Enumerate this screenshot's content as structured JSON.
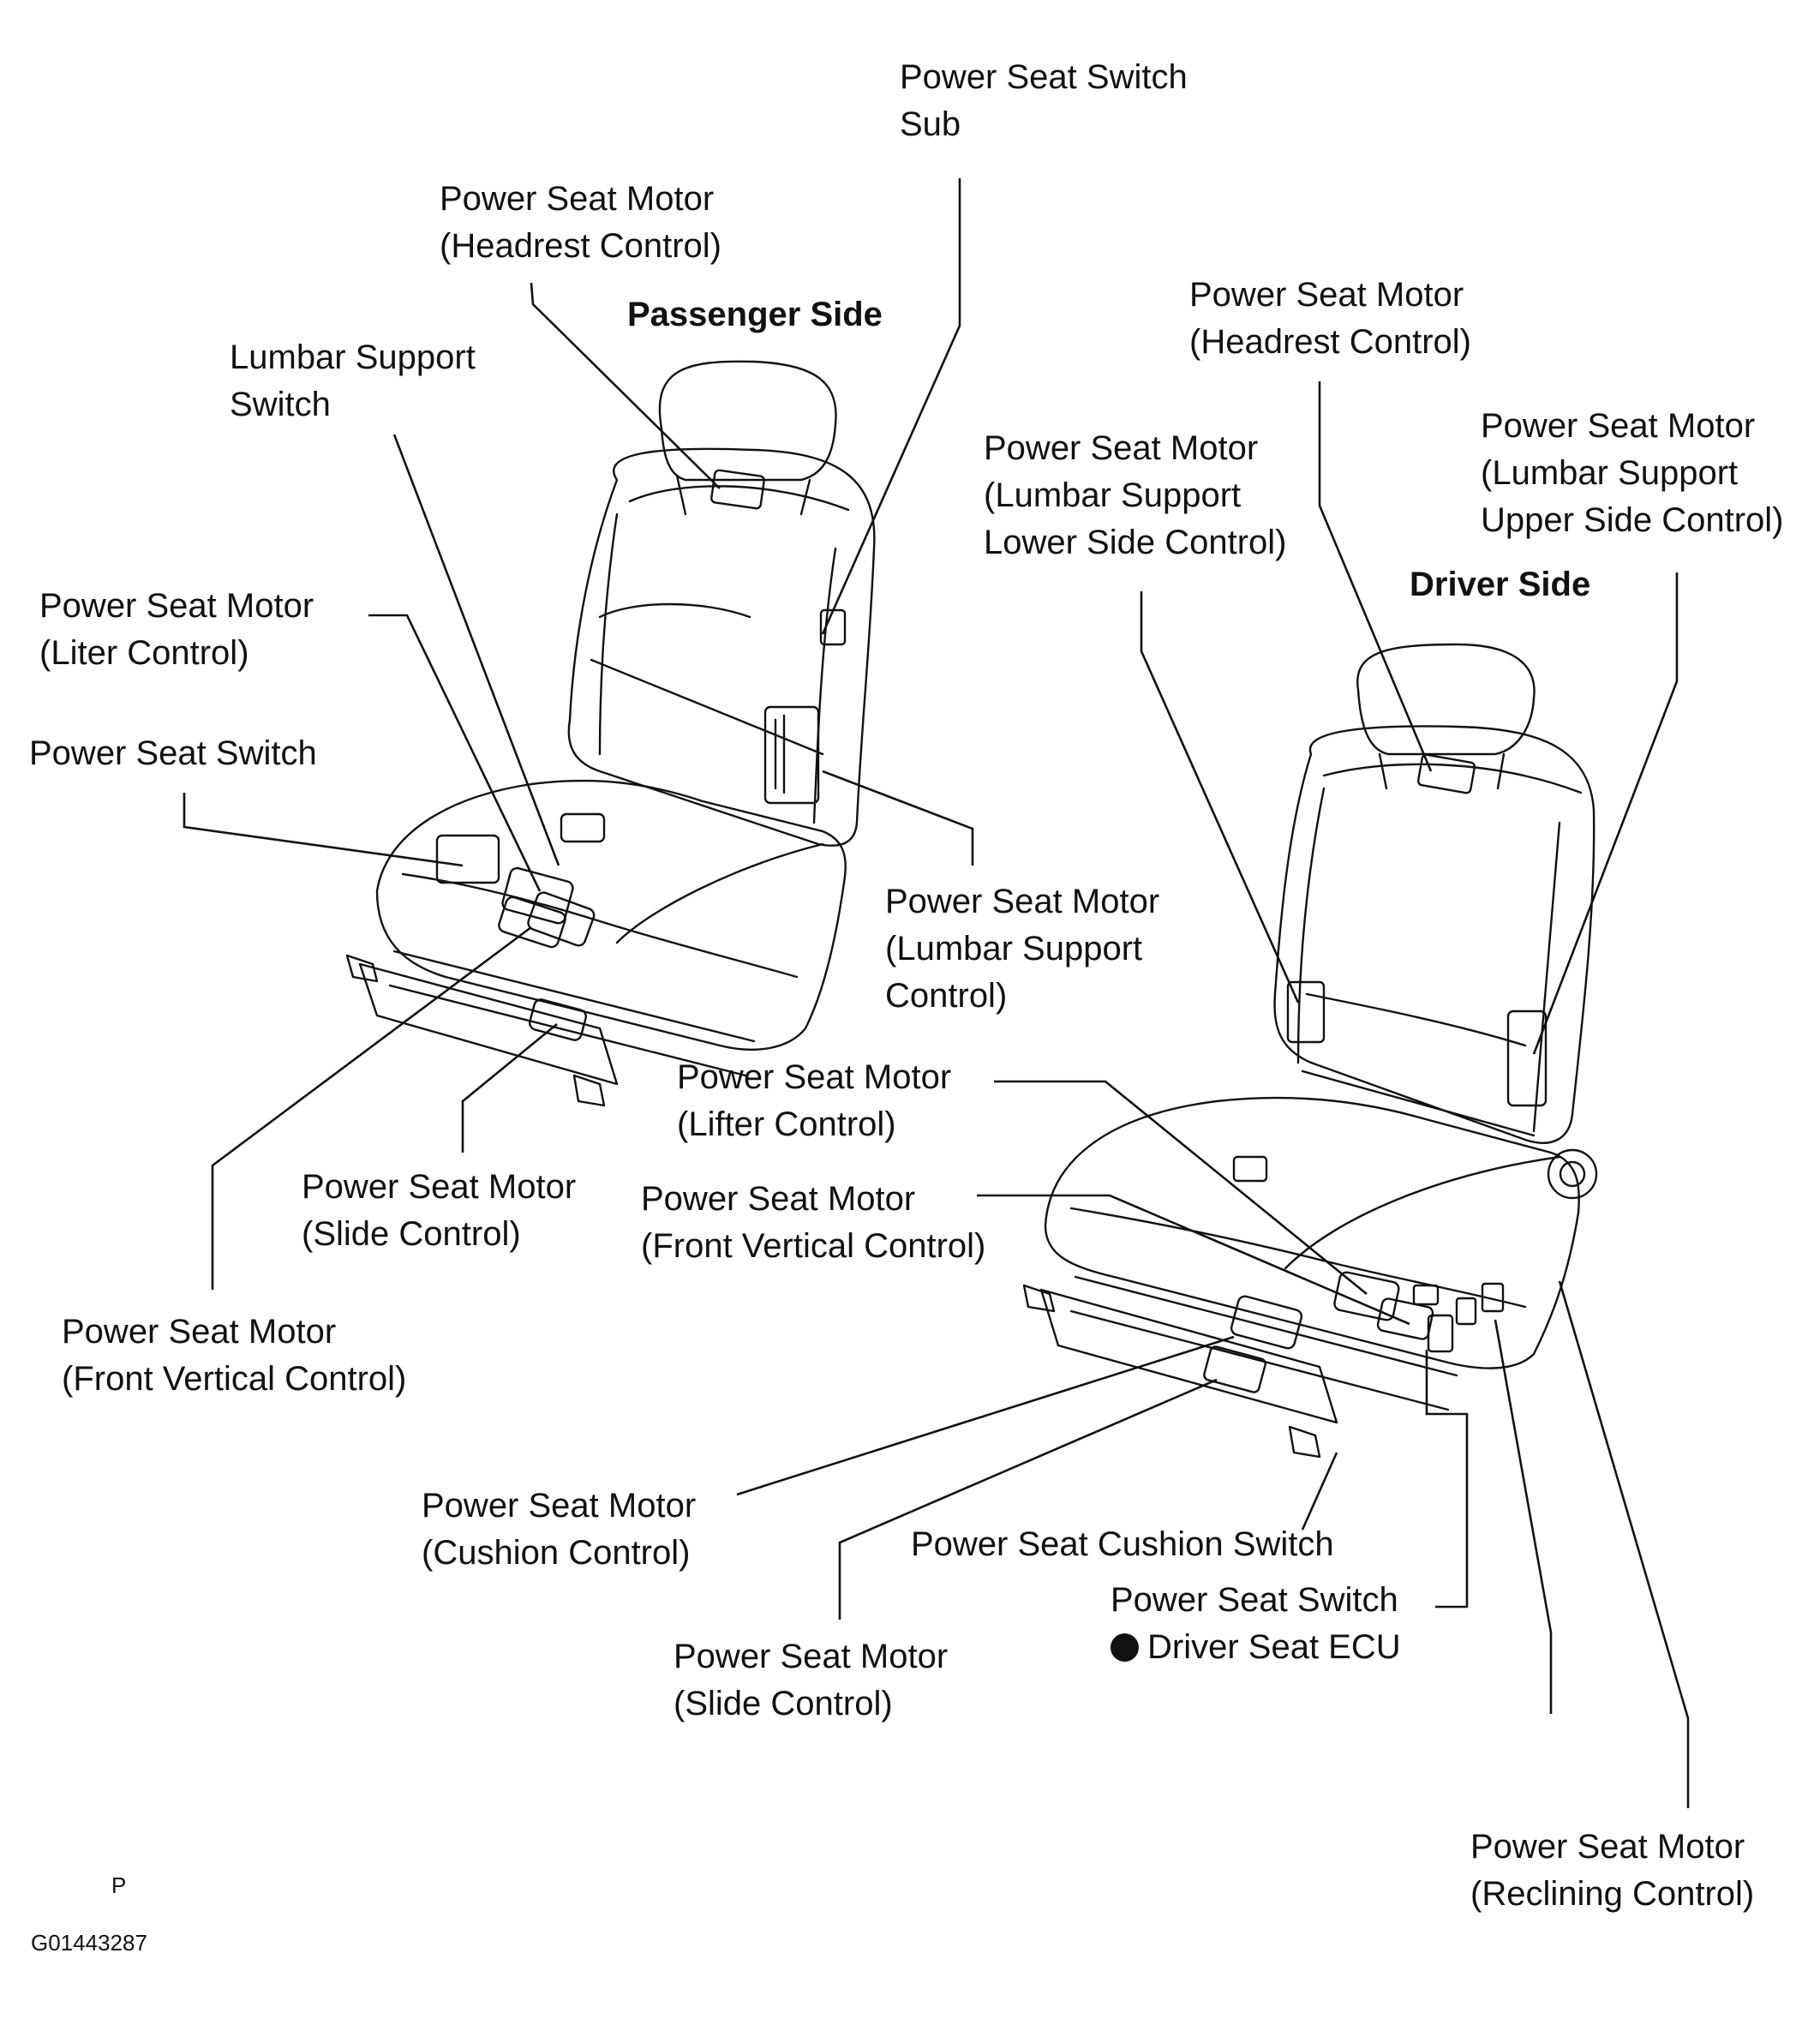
{
  "passenger": {
    "heading": "Passenger Side",
    "switch_sub": [
      "Power Seat Switch",
      "Sub"
    ],
    "headrest_motor": [
      "Power Seat Motor",
      "(Headrest Control)"
    ],
    "lumbar_switch": [
      "Lumbar Support",
      "Switch"
    ],
    "lifter_motor": [
      "Power Seat Motor",
      "(Liter Control)"
    ],
    "seat_switch": "Power Seat Switch",
    "lumbar_motor": [
      "Power Seat Motor",
      "(Lumbar Support",
      "Control)"
    ],
    "slide_motor": [
      "Power Seat Motor",
      "(Slide Control)"
    ],
    "front_vertical_motor": [
      "Power Seat Motor",
      "(Front Vertical  Control)"
    ]
  },
  "driver": {
    "heading": "Driver Side",
    "headrest_motor": [
      "Power Seat Motor",
      "(Headrest Control)"
    ],
    "lumbar_lower_motor": [
      "Power Seat Motor",
      "(Lumbar Support",
      "Lower Side Control)"
    ],
    "lumbar_upper_motor": [
      "Power Seat Motor",
      "(Lumbar Support",
      "Upper Side Control)"
    ],
    "lifter_motor": [
      "Power Seat Motor",
      "(Lifter Control)"
    ],
    "front_vertical_motor": [
      "Power Seat Motor",
      "(Front Vertical  Control)"
    ],
    "cushion_motor": [
      "Power Seat Motor",
      "(Cushion Control)"
    ],
    "cushion_switch": "Power Seat Cushion Switch",
    "seat_switch": "Power Seat Switch",
    "ecu": "Driver Seat ECU",
    "slide_motor": [
      "Power Seat Motor",
      "(Slide Control)"
    ],
    "reclining_motor": [
      "Power Seat Motor",
      "(Reclining Control)"
    ]
  },
  "footer": {
    "mark": "P",
    "figure_id": "G01443287"
  }
}
